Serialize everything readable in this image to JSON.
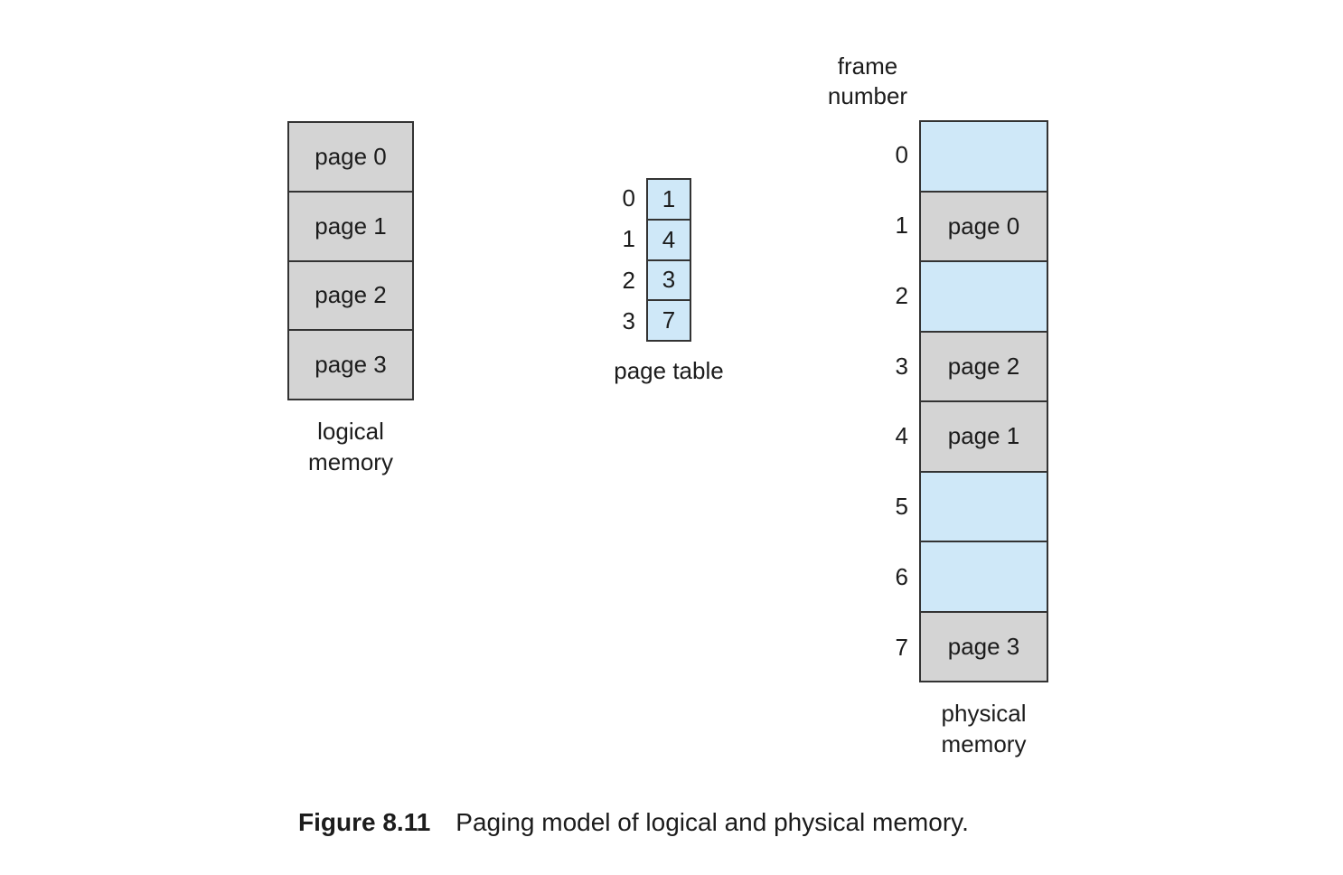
{
  "colors": {
    "cell_gray": "#d4d4d4",
    "cell_blue": "#cfe8f8",
    "border": "#333333",
    "text": "#1c1c1c",
    "bg": "#ffffff"
  },
  "logical_memory": {
    "cells": [
      "page 0",
      "page 1",
      "page 2",
      "page 3"
    ],
    "label_lines": [
      "logical",
      "memory"
    ]
  },
  "page_table": {
    "label": "page table",
    "rows": [
      {
        "index": "0",
        "value": "1"
      },
      {
        "index": "1",
        "value": "4"
      },
      {
        "index": "2",
        "value": "3"
      },
      {
        "index": "3",
        "value": "7"
      }
    ]
  },
  "physical_memory": {
    "header_lines": [
      "frame",
      "number"
    ],
    "label_lines": [
      "physical",
      "memory"
    ],
    "frames": [
      {
        "number": "0",
        "content": "",
        "fill": "blue"
      },
      {
        "number": "1",
        "content": "page 0",
        "fill": "gray"
      },
      {
        "number": "2",
        "content": "",
        "fill": "blue"
      },
      {
        "number": "3",
        "content": "page 2",
        "fill": "gray"
      },
      {
        "number": "4",
        "content": "page 1",
        "fill": "gray"
      },
      {
        "number": "5",
        "content": "",
        "fill": "blue"
      },
      {
        "number": "6",
        "content": "",
        "fill": "blue"
      },
      {
        "number": "7",
        "content": "page 3",
        "fill": "gray"
      }
    ]
  },
  "caption": {
    "label": "Figure 8.11",
    "text": "Paging model of logical and physical memory."
  }
}
